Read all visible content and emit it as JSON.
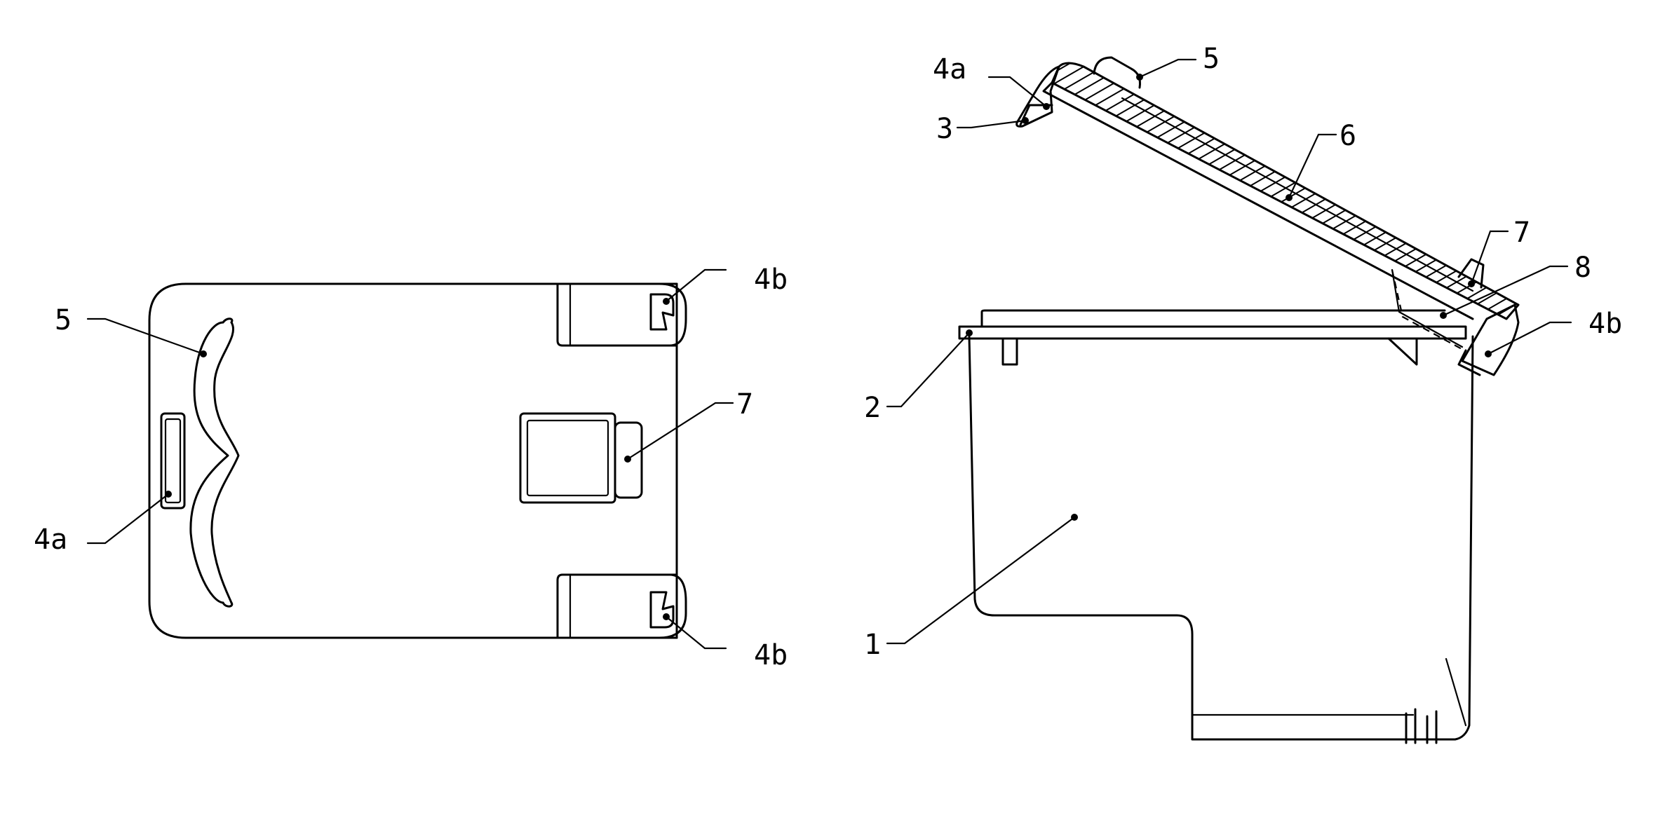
{
  "top_view": {
    "labels": {
      "cover_corner_top": "4b",
      "curved_grip": "5",
      "latch_button": "7",
      "front_slot": "4a",
      "cover_corner_bottom": "4b"
    }
  },
  "side_view": {
    "labels": {
      "front_tab": "4a",
      "front_hook": "3",
      "grip": "5",
      "lid_gasket": "6",
      "latch_button": "7",
      "hinge_plate": "8",
      "rear_hinge": "4b",
      "rim": "2",
      "body": "1"
    }
  }
}
